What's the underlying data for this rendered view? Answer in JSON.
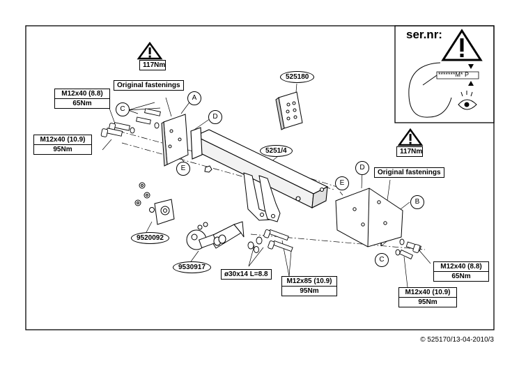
{
  "sernr": {
    "label": "ser.nr:",
    "plate_text": "*******M* P"
  },
  "warning_left": {
    "torque": "117Nm",
    "note": "Original fastenings"
  },
  "warning_right": {
    "torque": "117Nm",
    "note": "Original fastenings"
  },
  "bolts": {
    "top_left_88": {
      "spec": "M12x40 (8.8)",
      "torque": "65Nm"
    },
    "left_109": {
      "spec": "M12x40 (10.9)",
      "torque": "95Nm"
    },
    "right_88": {
      "spec": "M12x40 (8.8)",
      "torque": "65Nm"
    },
    "right_109": {
      "spec": "M12x40 (10.9)",
      "torque": "95Nm"
    },
    "center_85": {
      "spec": "M12x85 (10.9)",
      "torque": "95Nm"
    }
  },
  "part_numbers": {
    "socket_plate": "525180",
    "crossbar": "5251/4",
    "bracket": "9520092",
    "ball": "9530917",
    "pin": "ø30x14 L=8.8"
  },
  "callouts": {
    "A": "A",
    "B": "B",
    "C_left": "C",
    "C_right": "C",
    "D_left": "D",
    "D_right": "D",
    "E_left": "E",
    "E_right": "E"
  },
  "footer": "© 525170/13-04-2010/3"
}
